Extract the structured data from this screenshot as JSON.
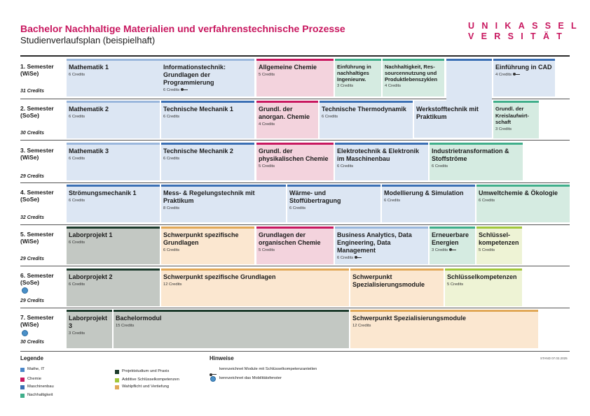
{
  "header": {
    "title": "Bachelor Nachhaltige Materialien und verfahrenstechnische Prozesse",
    "subtitle": "Studienverlaufsplan (beispielhaft)",
    "logo_line1": "UNIKASSEL",
    "logo_line2": "VERSITÄT"
  },
  "colors": {
    "math_it": "#4a86c8",
    "chemie": "#c8175f",
    "maschinenbau": "#3a6fb4",
    "nachhaltigkeit": "#3fae8a",
    "projekt": "#1d3b2c",
    "schluessel": "#a2c73b",
    "wahl": "#e1a857"
  },
  "semesters": [
    {
      "label": "1. Semester",
      "term": "(WiSe)",
      "credits": "31 Credits"
    },
    {
      "label": "2. Semester",
      "term": "(SoSe)",
      "credits": "30 Credits"
    },
    {
      "label": "3. Semester",
      "term": "(WiSe)",
      "credits": "29 Credits"
    },
    {
      "label": "4. Semester",
      "term": "(SoSe)",
      "credits": "32 Credits"
    },
    {
      "label": "5. Semester",
      "term": "(WiSe)",
      "credits": "29 Credits"
    },
    {
      "label": "6. Semester",
      "term": "(SoSe)",
      "credits": "29 Credits"
    },
    {
      "label": "7. Semester",
      "term": "(WiSe)",
      "credits": "30 Credits"
    }
  ],
  "modules": {
    "m1_1": {
      "title": "Mathematik 1",
      "credits": "6 Credits"
    },
    "m1_2": {
      "title": "Informationstechnik: Grundlagen der Programmierung",
      "credits": "6 Credits"
    },
    "m1_3": {
      "title": "Allgemeine Chemie",
      "credits": "5 Credits"
    },
    "m1_4": {
      "title": "Einführung in nachhaltiges Ingenieurw.",
      "credits": "3 Credits"
    },
    "m1_5": {
      "title": "Nachhaltigkeit, Res-sourcennutzung und Produktlebenszyklen",
      "credits": "4 Credits"
    },
    "m1_6": {
      "title": "Einführung in CAD",
      "credits": "4 Credits"
    },
    "m2_1": {
      "title": "Mathematik 2",
      "credits": "6 Credits"
    },
    "m2_2": {
      "title": "Technische Mechanik 1",
      "credits": "6 Credits"
    },
    "m2_3": {
      "title": "Grundl. der anorgan. Chemie",
      "credits": "4 Credits"
    },
    "m2_4": {
      "title": "Technische Thermodynamik",
      "credits": "6 Credits"
    },
    "m2_5": {
      "title": "Werkstofftechnik mit Praktikum",
      "credits": ""
    },
    "m2_6": {
      "title": "Grundl. der Kreislaufwirt-schaft",
      "credits": "3 Credits"
    },
    "m3_1": {
      "title": "Mathematik 3",
      "credits": "6 Credits"
    },
    "m3_2": {
      "title": "Technische Mechanik 2",
      "credits": "6 Credits"
    },
    "m3_3": {
      "title": "Grundl. der physikalischen Chemie",
      "credits": "5 Credits"
    },
    "m3_4": {
      "title": "Elektrotechnik & Elektronik im Maschinenbau",
      "credits": "6 Credits"
    },
    "m3_5": {
      "title": "Industrietransformation & Stoffströme",
      "credits": "6 Credits"
    },
    "m4_1": {
      "title": "Strömungsmechanik 1",
      "credits": "6 Credits"
    },
    "m4_2": {
      "title": "Mess- & Regelungstechnik mit Praktikum",
      "credits": "8 Credits"
    },
    "m4_3": {
      "title": "Wärme- und Stoffübertragung",
      "credits": "6 Credits"
    },
    "m4_4": {
      "title": "Modellierung & Simulation",
      "credits": "6 Credits"
    },
    "m4_5": {
      "title": "Umweltchemie & Ökologie",
      "credits": "6 Credits"
    },
    "m5_1": {
      "title": "Laborprojekt 1",
      "credits": "6 Credits"
    },
    "m5_2": {
      "title": "Schwerpunkt spezifische Grundlagen",
      "credits": "6 Credits"
    },
    "m5_3": {
      "title": "Grundlagen der organischen Chemie",
      "credits": "5 Credits"
    },
    "m5_4": {
      "title": "Business Analytics, Data Engineering, Data Management",
      "credits": "6 Credits"
    },
    "m5_5": {
      "title": "Erneuerbare Energien",
      "credits": "3 Credits"
    },
    "m5_6": {
      "title": "Schlüssel-kompetenzen",
      "credits": "5 Credits"
    },
    "m6_1": {
      "title": "Laborprojekt 2",
      "credits": "6 Credits"
    },
    "m6_2": {
      "title": "Schwerpunkt spezifische Grundlagen",
      "credits": "12 Credits"
    },
    "m6_3": {
      "title": "Schwerpunkt Spezialisierungsmodule",
      "credits": ""
    },
    "m6_4": {
      "title": "Schlüsselkompetenzen",
      "credits": "5 Credits"
    },
    "m7_1": {
      "title": "Laborprojekt 3",
      "credits": "3 Credits"
    },
    "m7_2": {
      "title": "Bachelormodul",
      "credits": "15 Credits"
    },
    "m7_3": {
      "title": "Schwerpunkt Spezialisierungsmodule",
      "credits": "12 Credits"
    }
  },
  "legend": {
    "heading": "Legende",
    "items": [
      "Mathe, IT",
      "Chemie",
      "Maschinenbau",
      "Nachhaltigkeit",
      "Projektstudium und Praxis",
      "Additive Schlüsselkompetenzen",
      "Wahlpflicht und Vertiefung"
    ]
  },
  "hints": {
    "heading": "Hinweise",
    "items": [
      "kennzeichnet Module mit Schlüsselkompetenzanteilen",
      "kennzeichnet das Mobilitätsfenster"
    ],
    "stand": "STAND 07.02.2025"
  }
}
